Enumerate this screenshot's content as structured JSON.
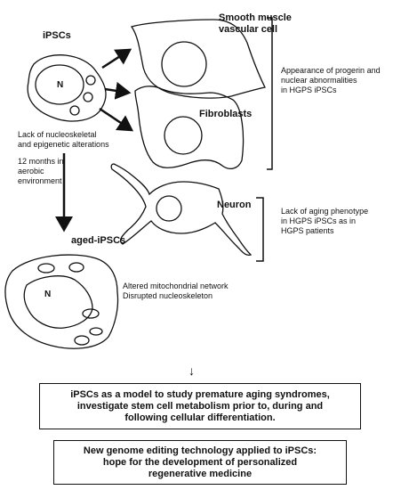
{
  "labels": {
    "ipscs": "iPSCs",
    "nucleus": "N",
    "smooth_muscle": "Smooth muscle\nvascular cell",
    "fibroblasts": "Fibroblasts",
    "neuron": "Neuron",
    "progerin_note": "Appearance of progerin and\nnuclear abnormalities\nin HGPS iPSCs",
    "lack_nucleoskeletal": "Lack of nucleoskeletal\nand epigenetic alterations",
    "twelve_months": "12 months in\naerobic\nenvironment",
    "lack_aging": "Lack of aging phenotype\nin HGPS iPSCs as in\nHGPS patients",
    "aged_ipscs": "aged-iPSCs",
    "aged_nucleus": "N",
    "mito_note": "Altered mitochondrial network\nDisrupted nucleoskeleton",
    "down_arrow": "↓"
  },
  "boxes": {
    "model": "iPSCs as a model to study premature aging syndromes,\ninvestigate stem cell metabolism prior to, during and\nfollowing cellular differentiation.",
    "editing": "New genome editing technology applied to iPSCs:\nhope for the development of personalized\nregenerative medicine"
  }
}
